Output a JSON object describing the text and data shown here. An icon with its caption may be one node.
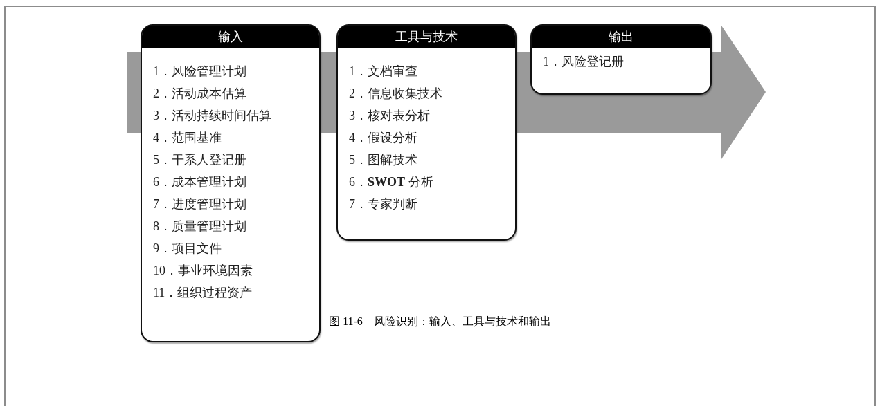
{
  "diagram": {
    "caption": "图 11-6　风险识别：输入、工具与技术和输出",
    "nodes": [
      {
        "text": [
          "输入",
          "1．风险管理计划",
          "2．活动成本估算",
          "3．活动持续时间估算",
          "4．范围基准",
          "5．干系人登记册",
          "6．成本管理计划",
          "7．进度管理计划",
          "8．质量管理计划",
          "9．项目文件",
          "10．事业环境因素",
          "11．组织过程资产"
        ]
      },
      {
        "text": [
          "工具与技术",
          "1．文档审查",
          "2．信息收集技术",
          "3．核对表分析",
          "4．假设分析",
          "5．图解技术",
          "6．**SWOT** 分析",
          "7．专家判断"
        ]
      },
      {
        "text": [
          "输出",
          "1．风险登记册"
        ]
      }
    ],
    "edges": []
  }
}
